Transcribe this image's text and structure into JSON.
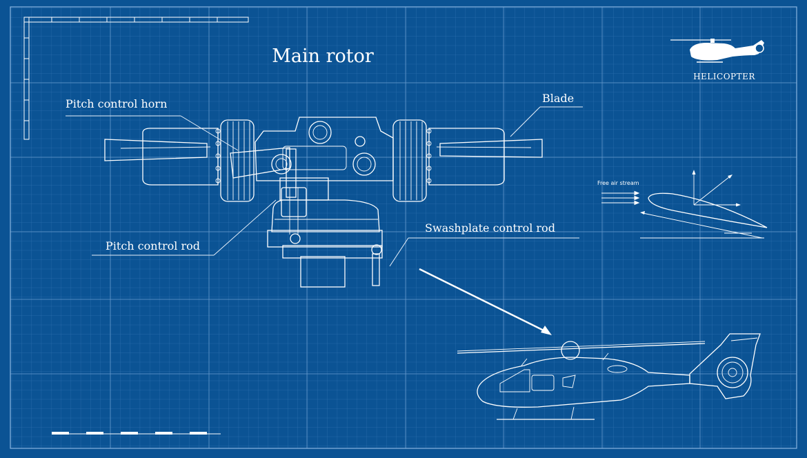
{
  "title": "Main rotor",
  "thumbnail_label": "HELICOPTER",
  "labels": {
    "pitch_horn": "Pitch control horn",
    "blade": "Blade",
    "pitch_rod": "Pitch control rod",
    "swashplate_rod": "Swashplate control rod",
    "free_air": "Free air stream"
  },
  "colors": {
    "background": "#0b5394",
    "grid_minor": "#3a7bb8",
    "grid_major": "#6ea1d2",
    "line": "#ffffff"
  }
}
